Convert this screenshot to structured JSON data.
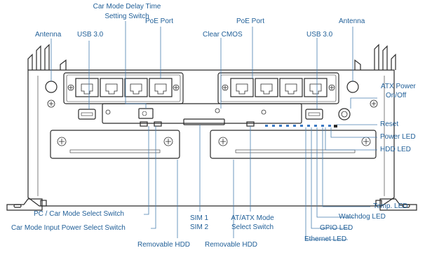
{
  "labels": {
    "car_mode_delay_line1": "Car Mode Delay Time",
    "car_mode_delay_line2": "Setting Switch",
    "poe_port_left": "PoE Port",
    "poe_port_right": "PoE Port",
    "antenna_left": "Antenna",
    "antenna_right": "Antenna",
    "usb_left": "USB 3.0",
    "usb_right": "USB 3.0",
    "clear_cmos": "Clear CMOS",
    "atx_power_line1": "ATX Power",
    "atx_power_line2": "On/Off",
    "reset": "Reset",
    "power_led": "Power LED",
    "hdd_led": "HDD LED",
    "temp_led": "Temp. LED",
    "watchdog_led": "Watchdog LED",
    "gpio_led": "GPIO LED",
    "ethernet_led": "Ethernet LED",
    "pc_car_mode": "PC / Car Mode Select Switch",
    "car_mode_input": "Car Mode Input Power Select Switch",
    "removable_hdd_left": "Removable HDD",
    "removable_hdd_right": "Removable HDD",
    "sim1": "SIM 1",
    "sim2": "SIM 2",
    "atatx_line1": "AT/ATX Mode",
    "atatx_line2": "Select Switch"
  },
  "colors": {
    "label": "#1f5e97",
    "outline": "#2a2a2a",
    "leader": "#4a7fb0",
    "led": "#3a78c2"
  }
}
